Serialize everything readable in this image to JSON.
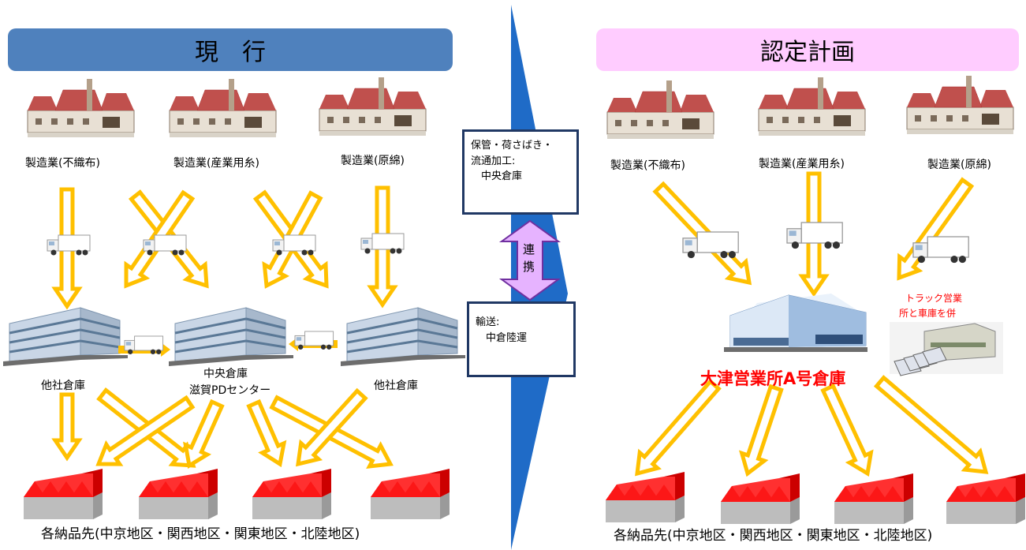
{
  "current": {
    "title": "現　行",
    "factories": [
      "製造業(不織布)",
      "製造業(産業用糸)",
      "製造業(原綿)"
    ],
    "warehouse_left": "他社倉庫",
    "warehouse_center_line1": "中央倉庫",
    "warehouse_center_line2": "滋賀PDセンター",
    "warehouse_right": "他社倉庫",
    "destinations": "各納品先(中京地区・関西地区・関東地区・北陸地区)"
  },
  "plan": {
    "title": "認定計画",
    "factories": [
      "製造業(不織布)",
      "製造業(産業用糸)",
      "製造業(原綿)"
    ],
    "warehouse": "大津営業所A号倉庫",
    "truck_note_line1": "トラック営業",
    "truck_note_line2": "所と車庫を併",
    "destinations": "各納品先(中京地区・関西地区・関東地区・北陸地区)"
  },
  "middle": {
    "box_top": "保管・荷さばき・\n流通加工:\n　中央倉庫",
    "link_label_1": "連",
    "link_label_2": "携",
    "box_bottom": "輸送:\n　中倉陸運"
  },
  "colors": {
    "current_header": "#4f81bd",
    "plan_header": "#ffccff",
    "divider": "#1f6bc7",
    "arrow": "#ffc000",
    "roof": "#ff0000",
    "accent_text": "#ff0000",
    "link_arrow": "#e6b3ff"
  }
}
